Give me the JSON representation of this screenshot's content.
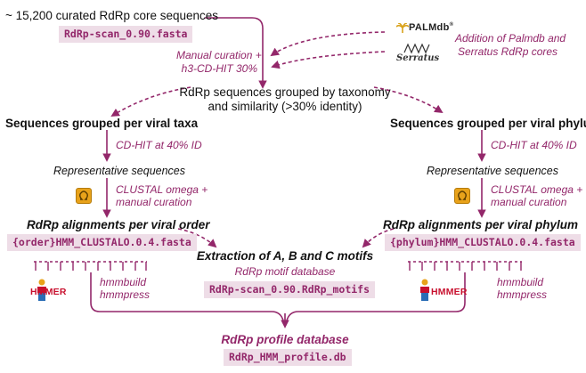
{
  "header": {
    "curated_count": "~ 15,200 curated RdRp core sequences",
    "scan_fasta": "RdRp-scan_0.90.fasta"
  },
  "sources": {
    "palmdb_logo": "PALMdb",
    "palmdb_mark": "®",
    "serratus_logo": "Serratus",
    "addition_note_line1": "Addition of Palmdb and",
    "addition_note_line2": "Serratus RdRp cores"
  },
  "curation": {
    "line1": "Manual curation +",
    "line2": "h3-CD-HIT 30%"
  },
  "grouping": {
    "line1": "RdRp sequences grouped by taxonomy",
    "line2": "and similarity (>30% identity)"
  },
  "left_branch": {
    "title": "Sequences grouped per viral taxa",
    "cdhit": "CD-HIT at 40% ID",
    "representative": "Representative sequences",
    "clustal_line1": "CLUSTAL omega +",
    "clustal_line2": "manual curation",
    "alignments_title": "RdRp alignments per viral order",
    "alignments_file": "{order}HMM_CLUSTALO.0.4.fasta",
    "hmmer_logo": "HMMER",
    "hmm_line1": "hmmbuild",
    "hmm_line2": "hmmpress"
  },
  "right_branch": {
    "title": "Sequences grouped per viral phylum",
    "cdhit": "CD-HIT at 40% ID",
    "representative": "Representative sequences",
    "clustal_line1": "CLUSTAL omega +",
    "clustal_line2": "manual curation",
    "alignments_title": "RdRp alignments per viral phylum",
    "alignments_file": "{phylum}HMM_CLUSTALO.0.4.fasta",
    "hmmer_logo": "HMMER",
    "hmm_line1": "hmmbuild",
    "hmm_line2": "hmmpress"
  },
  "motifs": {
    "title": "Extraction of A, B and C motifs",
    "db_label": "RdRp motif database",
    "db_file": "RdRp-scan_0.90.RdRp_motifs"
  },
  "profile": {
    "title": "RdRp profile database",
    "file": "RdRp_HMM_profile.db"
  },
  "colors": {
    "accent": "#93276a",
    "code_bg": "#eedde7",
    "text": "#111111",
    "clustal_icon": "#e8a21a",
    "hmmer_red": "#c8102e"
  },
  "icons": {
    "clustal": "clustal-omega-icon",
    "hmmer": "hmmer-person-icon",
    "palmdb": "palm-leaf-icon",
    "serratus": "serratus-mark-icon"
  }
}
